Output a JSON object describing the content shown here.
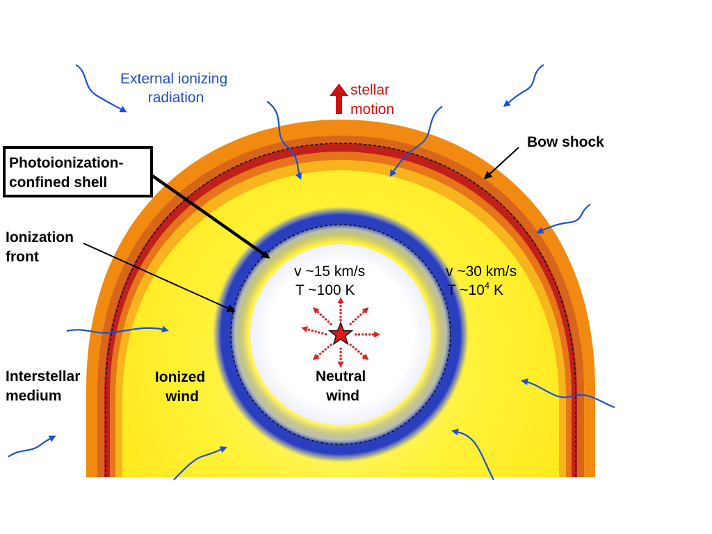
{
  "labels": {
    "external_radiation": [
      "External ionizing",
      "radiation"
    ],
    "stellar_motion": [
      "stellar",
      "motion"
    ],
    "bow_shock": "Bow shock",
    "photoionization_shell": [
      "Photoionization-",
      "confined shell"
    ],
    "ionization_front": [
      "Ionization",
      "front"
    ],
    "interstellar_medium": [
      "Interstellar",
      "medium"
    ],
    "ionized_wind": [
      "Ionized",
      "wind"
    ],
    "neutral_wind": [
      "Neutral",
      "wind"
    ],
    "inner_velocity": "v ~15 km/s",
    "inner_temperature": "T ~100 K",
    "outer_velocity": "v ~30 km/s",
    "outer_temperature_base": "T ~10",
    "outer_temperature_exp": "4",
    "outer_temperature_unit": " K"
  },
  "colors": {
    "radiation_text": "#1f4fc8",
    "radiation_arrows": "#1a4fd8",
    "motion": "#cc1111",
    "shell_blue": "#2a3fc0",
    "ionized_region": "#ffee1e",
    "bow_shock_orange": "#f28a12",
    "star": "#e01818"
  },
  "icons": [
    "star-icon",
    "wavy-arrow-icon",
    "up-arrow-icon"
  ]
}
